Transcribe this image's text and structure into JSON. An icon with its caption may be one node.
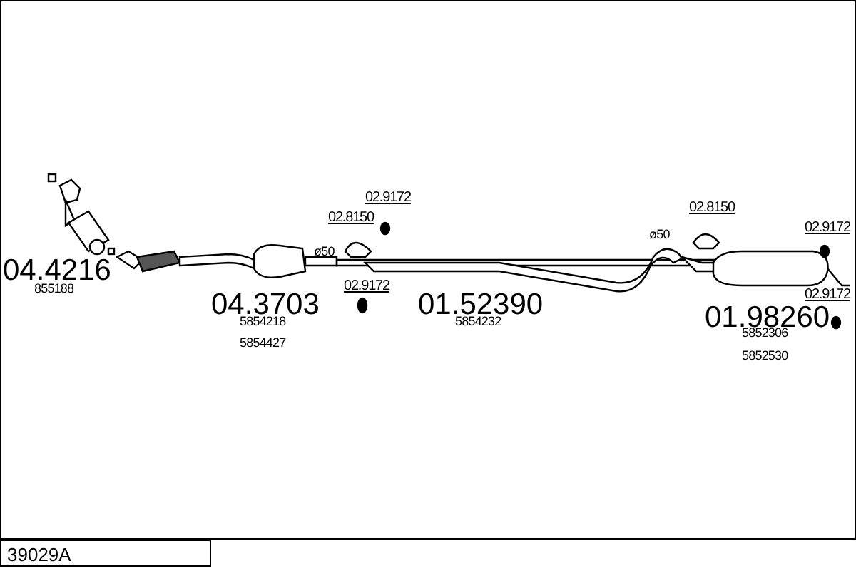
{
  "diagram": {
    "labels": [
      "02.9172",
      "02.8150",
      "02.8150",
      "ø50",
      "02.9172",
      "ø50",
      "04.4216",
      "855188",
      "02.9172",
      "04.3703",
      "01.52390",
      "01.98260",
      "02.9172",
      "5854218",
      "5854232",
      "5852306",
      "5854427",
      "5852530",
      "39029A"
    ]
  }
}
